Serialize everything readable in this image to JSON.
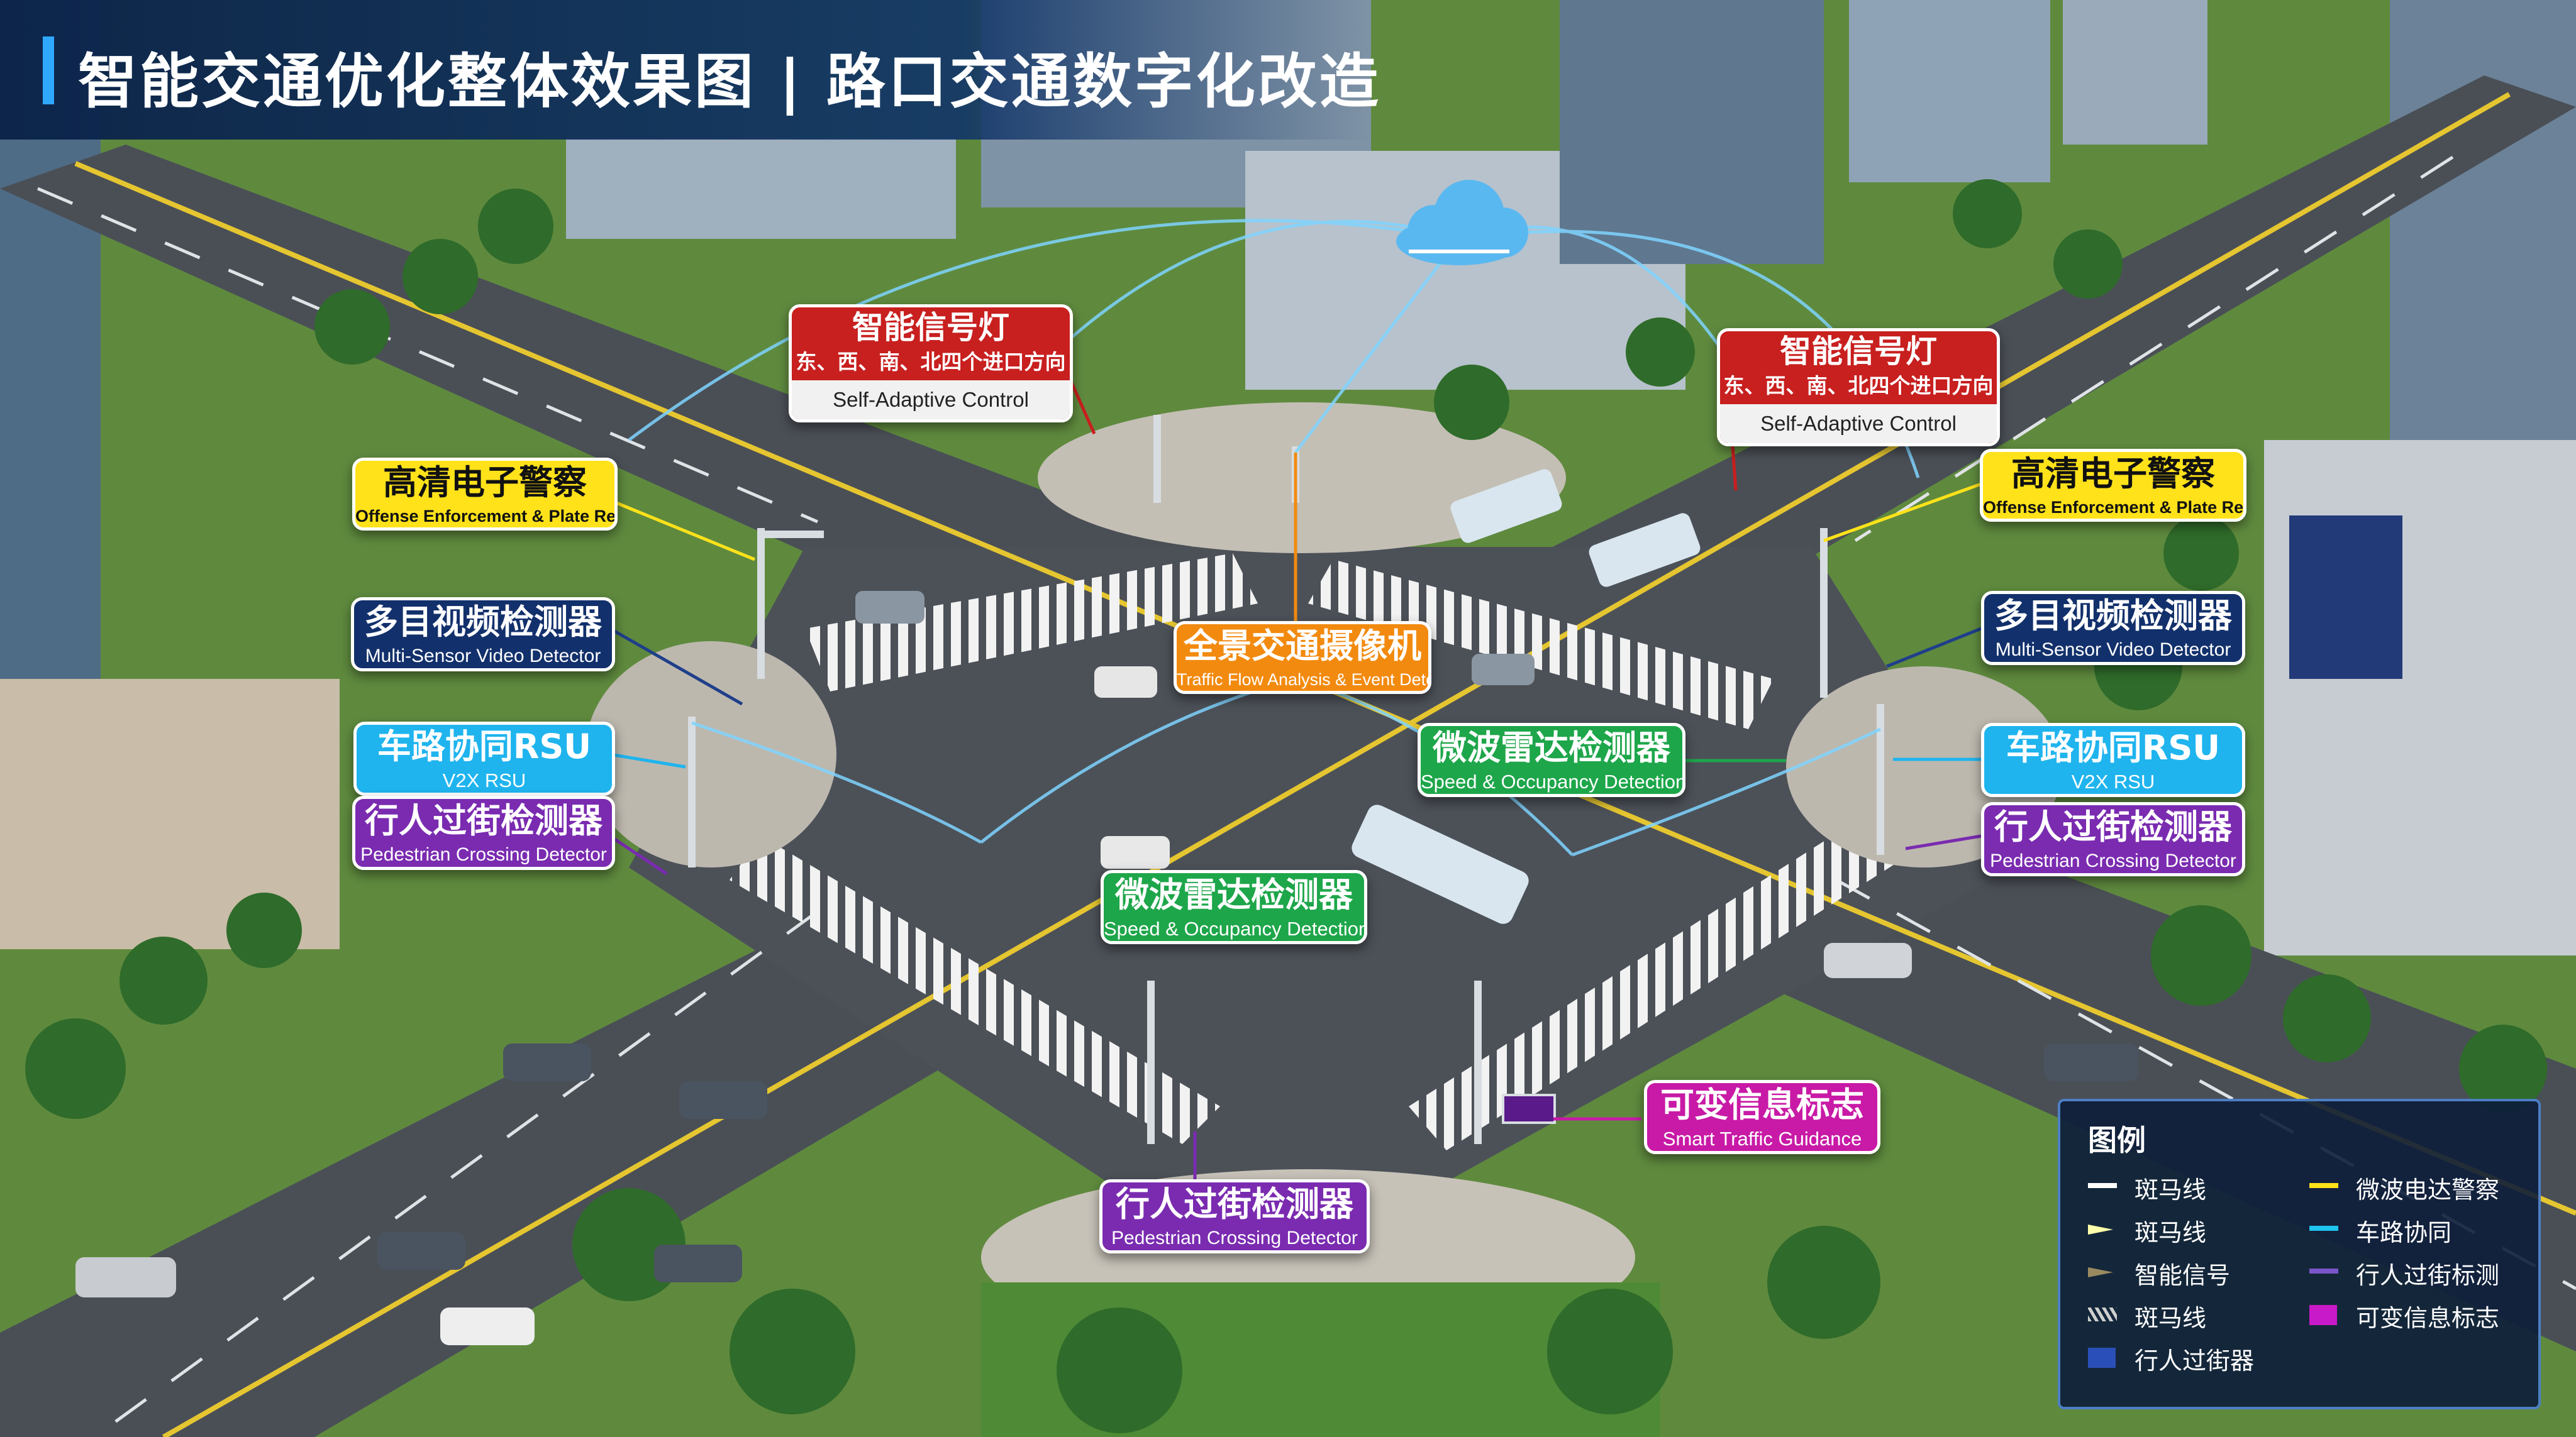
{
  "title": "智能交通优化整体效果图 | 路口交通数字化改造",
  "callouts": {
    "signal_left": {
      "zh": "智能信号灯",
      "sub": "东、西、南、北四个进口方向",
      "en": "Self-Adaptive Control"
    },
    "signal_right": {
      "zh": "智能信号灯",
      "sub": "东、西、南、北四个进口方向",
      "en": "Self-Adaptive Control"
    },
    "police_left": {
      "zh": "高清电子警察",
      "en": "Offense Enforcement & Plate Recognition"
    },
    "police_right": {
      "zh": "高清电子警察",
      "en": "Offense Enforcement & Plate Recognition"
    },
    "video_left": {
      "zh": "多目视频检测器",
      "en": "Multi-Sensor Video Detector"
    },
    "video_right": {
      "zh": "多目视频检测器",
      "en": "Multi-Sensor Video Detector"
    },
    "rsu_left": {
      "zh": "车路协同RSU",
      "en": "V2X RSU"
    },
    "rsu_right": {
      "zh": "车路协同RSU",
      "en": "V2X RSU"
    },
    "ped_left": {
      "zh": "行人过街检测器",
      "en": "Pedestrian Crossing Detector"
    },
    "ped_right": {
      "zh": "行人过街检测器",
      "en": "Pedestrian Crossing Detector"
    },
    "ped_bottom": {
      "zh": "行人过街检测器",
      "en": "Pedestrian Crossing Detector"
    },
    "camera": {
      "zh": "全景交通摄像机",
      "en": "Traffic Flow Analysis & Event Detection"
    },
    "radar_right": {
      "zh": "微波雷达检测器",
      "en": "Speed & Occupancy Detection"
    },
    "radar_center": {
      "zh": "微波雷达检测器",
      "en": "Speed & Occupancy Detection"
    },
    "vms": {
      "zh": "可变信息标志",
      "en": "Smart Traffic Guidance"
    }
  },
  "legend": {
    "title": "图例",
    "items": [
      {
        "label": "斑马线",
        "color": "#ffffff",
        "type": "line"
      },
      {
        "label": "斑马线",
        "color": "#ffffaa",
        "type": "arrow"
      },
      {
        "label": "智能信号",
        "color": "#9a8a60",
        "type": "arrow"
      },
      {
        "label": "斑马线",
        "color": "#cfcfcf",
        "type": "hatch"
      },
      {
        "label": "行人过街器",
        "color": "#2a4fb8",
        "type": "box"
      },
      {
        "label": "微波电达警察",
        "color": "#ffe21a",
        "type": "line"
      },
      {
        "label": "车路协同",
        "color": "#1fc4ee",
        "type": "line"
      },
      {
        "label": "行人过街标测",
        "color": "#7a55c8",
        "type": "line"
      },
      {
        "label": "可变信息标志",
        "color": "#c81ac8",
        "type": "box"
      }
    ]
  },
  "colors": {
    "signal": "#c81f1f",
    "police": "#ffe21a",
    "video": "#12306b",
    "rsu": "#1fb4ee",
    "pedestrian": "#7a2bb0",
    "camera": "#f28a0f",
    "radar": "#1ea64a",
    "vms": "#c81aa6",
    "title_bar": "#0a2248",
    "cloud": "#5ab8f0"
  },
  "icons": [
    "cloud-icon"
  ]
}
